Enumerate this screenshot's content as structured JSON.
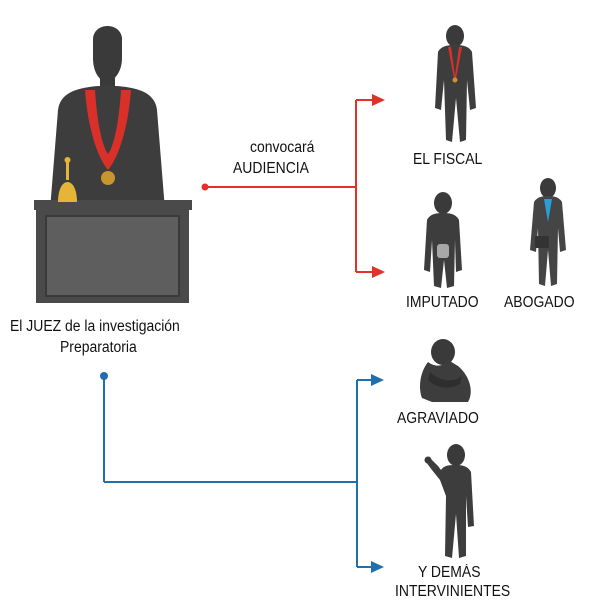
{
  "labels": {
    "call_verb": "convocará",
    "call_object": "AUDIENCIA",
    "judge_line1": "El JUEZ de la investigación",
    "judge_line2": "Preparatoria",
    "fiscal": "EL FISCAL",
    "imputado": "IMPUTADO",
    "abogado": "ABOGADO",
    "agraviado": "AGRAVIADO",
    "others_line1": "Y DEMÁS",
    "others_line2": "INTERVINIENTES"
  },
  "colors": {
    "red_connector": "#e0312b",
    "blue_connector": "#1f6fae",
    "figure_dark": "#3a3a3a",
    "figure_mid": "#5a5a5a",
    "judge_sash": "#d9302a",
    "bell": "#e7b43a",
    "lawyer_accent": "#2a9fd6"
  }
}
